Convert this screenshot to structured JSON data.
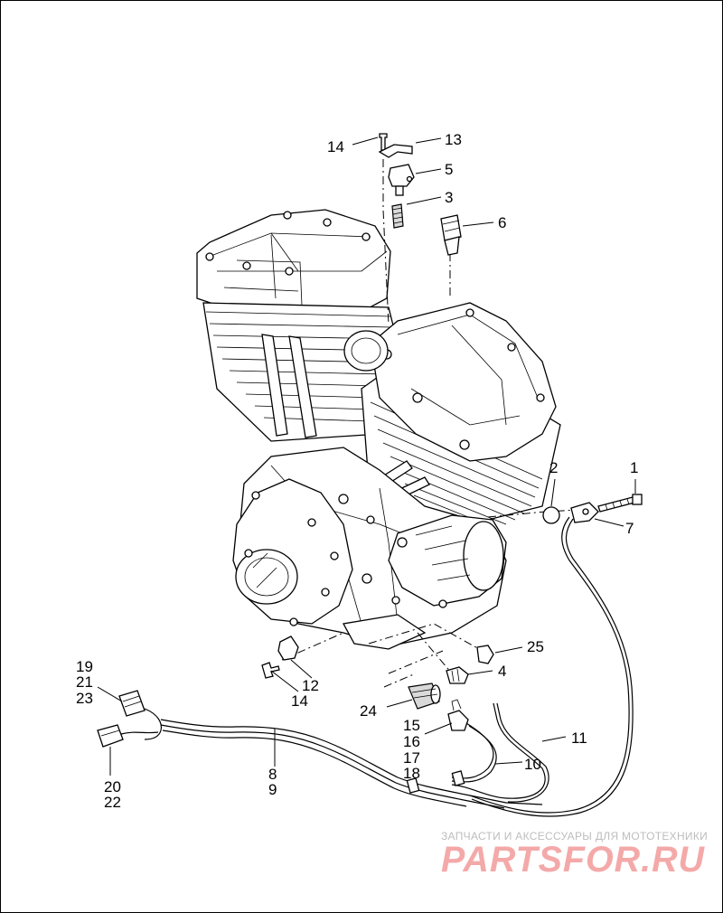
{
  "callouts": [
    {
      "id": "c14a",
      "text": "14"
    },
    {
      "id": "c13",
      "text": "13"
    },
    {
      "id": "c5",
      "text": "5"
    },
    {
      "id": "c3",
      "text": "3"
    },
    {
      "id": "c6",
      "text": "6"
    },
    {
      "id": "c1",
      "text": "1"
    },
    {
      "id": "c2",
      "text": "2"
    },
    {
      "id": "c7",
      "text": "7"
    },
    {
      "id": "c25",
      "text": "25"
    },
    {
      "id": "c4",
      "text": "4"
    },
    {
      "id": "c12",
      "text": "12"
    },
    {
      "id": "c14b",
      "text": "14"
    },
    {
      "id": "c24",
      "text": "24"
    },
    {
      "id": "c19",
      "text": "19"
    },
    {
      "id": "c21",
      "text": "21"
    },
    {
      "id": "c23",
      "text": "23"
    },
    {
      "id": "c15",
      "text": "15"
    },
    {
      "id": "c16",
      "text": "16"
    },
    {
      "id": "c17",
      "text": "17"
    },
    {
      "id": "c18",
      "text": "18"
    },
    {
      "id": "c11",
      "text": "11"
    },
    {
      "id": "c10",
      "text": "10"
    },
    {
      "id": "c8",
      "text": "8"
    },
    {
      "id": "c9",
      "text": "9"
    },
    {
      "id": "c20",
      "text": "20"
    },
    {
      "id": "c22",
      "text": "22"
    }
  ],
  "watermark": {
    "tagline": "ЗАПЧАСТИ И АКСЕССУАРЫ ДЛЯ МОТОТЕХНИКИ",
    "brand": "PARTSFOR.RU"
  },
  "colors": {
    "line": "#000000",
    "watermark_tagline": "#bdbdbd",
    "watermark_brand": "#f4a9a9",
    "shade": "#d9d9d9"
  }
}
